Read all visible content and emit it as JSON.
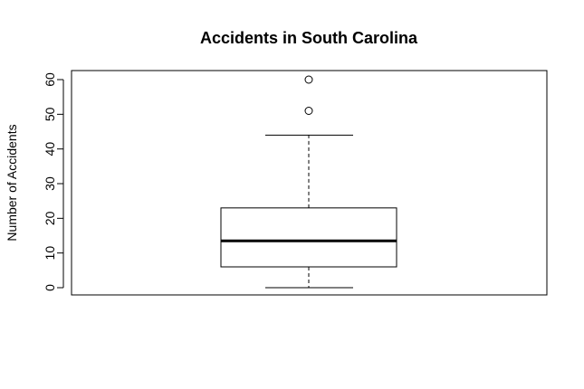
{
  "chart_data": {
    "type": "box",
    "title": "Accidents in South Carolina",
    "xlabel": "",
    "ylabel": "Number of Accidents",
    "ylim": [
      0,
      60
    ],
    "yticks": [
      0,
      10,
      20,
      30,
      40,
      50,
      60
    ],
    "ytick_labels": [
      "0",
      "10",
      "20",
      "30",
      "40",
      "50",
      "60"
    ],
    "box": {
      "whisker_low": 0,
      "q1": 6,
      "median": 13.5,
      "q3": 23,
      "whisker_high": 44,
      "outliers": [
        51,
        60
      ]
    },
    "grid": false,
    "colors": {
      "stroke": "#000000",
      "fill": "#ffffff"
    }
  }
}
